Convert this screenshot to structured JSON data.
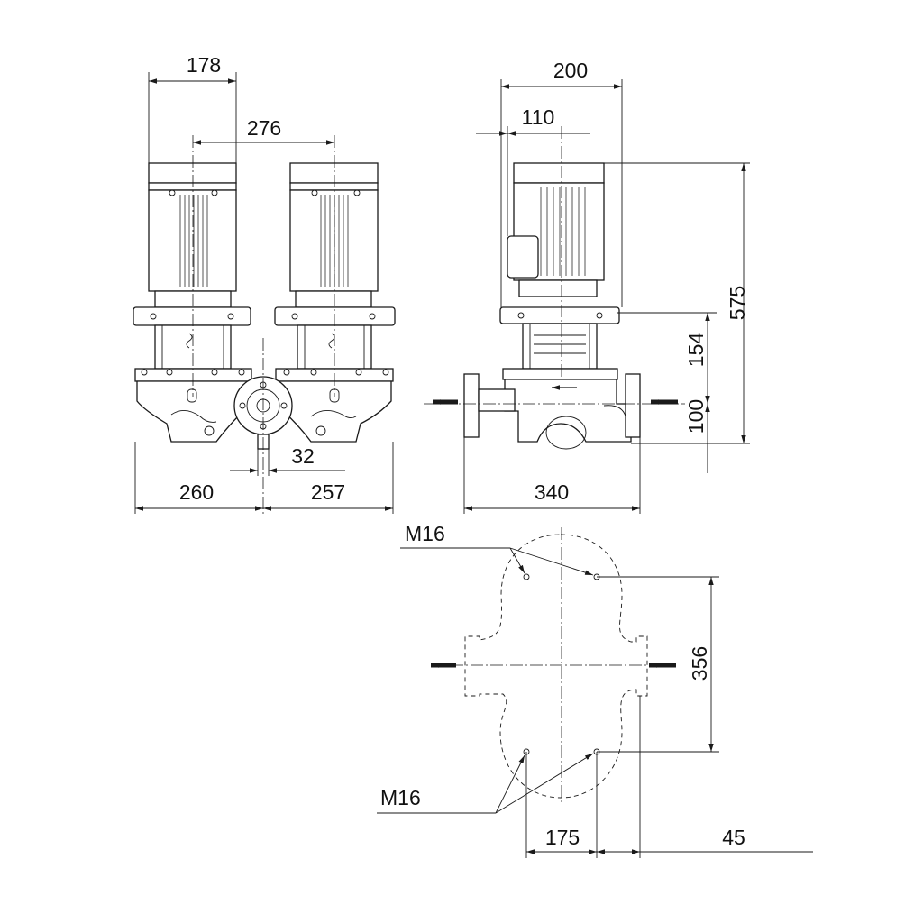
{
  "dimensions": {
    "top_motor_width": "178",
    "center_spacing": "276",
    "front_width": "200",
    "shaft_offset": "110",
    "total_height": "575",
    "mid_height": "154",
    "inlet_height": "100",
    "offset_small": "32",
    "left_width": "260",
    "right_width": "257",
    "side_width": "340",
    "bolt_spacing_v": "356",
    "bolt_spacing_h": "175",
    "edge_offset": "45"
  },
  "threads": {
    "upper": "M16",
    "lower": "M16"
  }
}
